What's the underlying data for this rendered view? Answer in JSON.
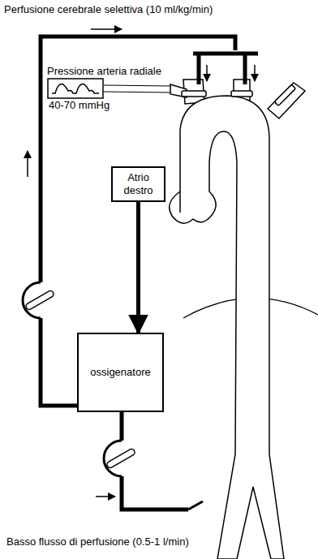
{
  "diagram": {
    "nodes": [
      {
        "text": [
          "Atrio destro"
        ]
      },
      {
        "text": [
          "ossigenatore"
        ]
      },
      {
        "text": [
          "Pressione arteria radiale",
          "40-70 mmHg"
        ]
      }
    ],
    "edges": [
      {
        "from": 0,
        "to": 1,
        "arrow": "to"
      }
    ],
    "labels": [
      "Perfusione cerebrale selettiva (10 ml/kg/min)",
      "Basso flusso di perfusione (0.5-1 l/min)"
    ]
  }
}
